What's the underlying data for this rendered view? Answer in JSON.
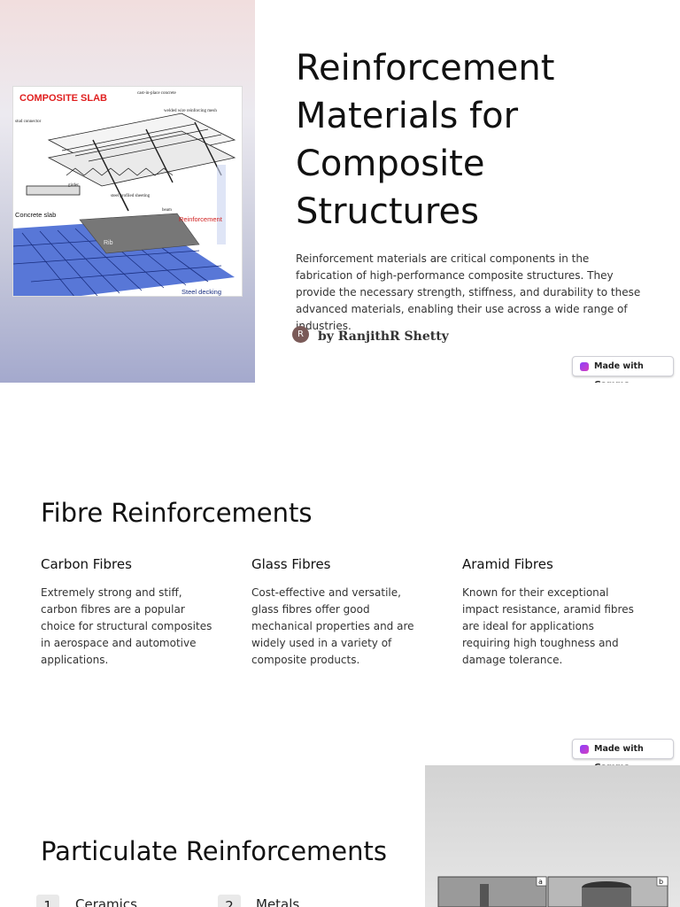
{
  "slide1": {
    "title": "Reinforcement Materials for Composite Structures",
    "intro": "Reinforcement materials are critical components in the fabrication of high-performance composite structures. They provide the necessary strength, stiffness, and durability to these advanced materials, enabling their use across a wide range of industries.",
    "author_initial": "R",
    "author": "by RanjithR Shetty",
    "diagram": {
      "heading": "COMPOSITE SLAB",
      "labels": [
        "cast-in-place concrete",
        "welded wire reinforcing mesh",
        "stud connector",
        "girder",
        "steel profiled sheeting",
        "beam",
        "Concrete slab",
        "Reinforcement",
        "Rib",
        "Steel decking"
      ]
    }
  },
  "badge": {
    "label": "Made with Gamma"
  },
  "slide2": {
    "title": "Fibre Reinforcements",
    "cards": [
      {
        "title": "Carbon Fibres",
        "text": "Extremely strong and stiff, carbon fibres are a popular choice for structural composites in aerospace and automotive applications."
      },
      {
        "title": "Glass Fibres",
        "text": "Cost-effective and versatile, glass fibres offer good mechanical properties and are widely used in a variety of composite products."
      },
      {
        "title": "Aramid Fibres",
        "text": "Known for their exceptional impact resistance, aramid fibres are ideal for applications requiring high toughness and damage tolerance."
      }
    ]
  },
  "slide3": {
    "title": "Particulate Reinforcements",
    "items": [
      {
        "num": "1",
        "label": "Ceramics"
      },
      {
        "num": "2",
        "label": "Metals"
      }
    ],
    "photo_tags": [
      "a",
      "b"
    ]
  }
}
